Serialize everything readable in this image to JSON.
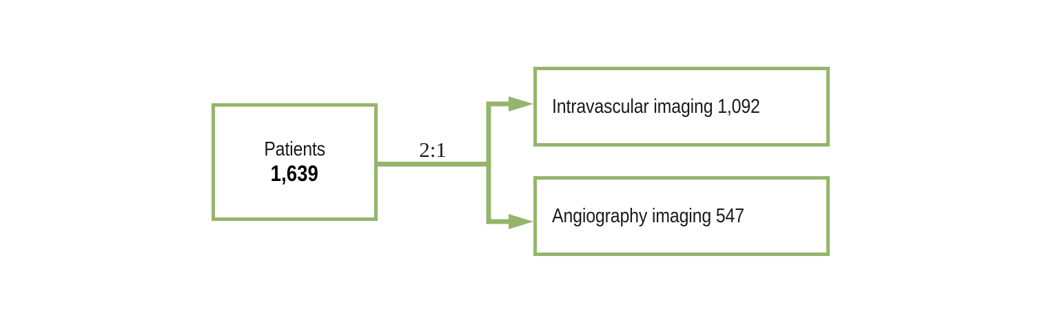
{
  "diagram": {
    "type": "randomization-flow",
    "title": "",
    "accent_color": "#94b56b",
    "background_color": "#ffffff",
    "text_color": "#1a1a1a",
    "nodes": {
      "source": {
        "label": "Patients",
        "value": "1,639",
        "value_bold": true
      },
      "arm_top": {
        "label": "Intravascular imaging 1,092"
      },
      "arm_bottom": {
        "label": "Angiography imaging 547"
      }
    },
    "connector": {
      "ratio_label": "2:1",
      "arrow_count": 2,
      "arrow_style": "solid-triangle"
    }
  }
}
